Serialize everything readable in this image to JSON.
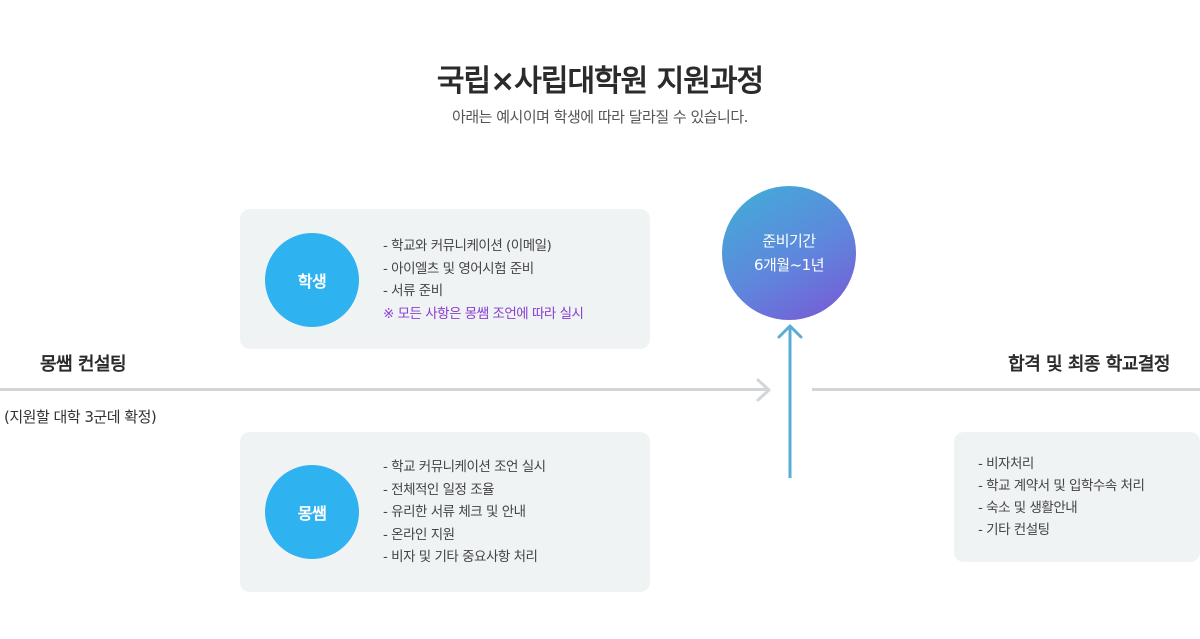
{
  "header": {
    "title": "국립×사립대학원 지원과정",
    "subtitle": "아래는 예시이며 학생에 따라 달라질 수 있습니다."
  },
  "student": {
    "label": "학생",
    "items": [
      "- 학교와 커뮤니케이션 (이메일)",
      "- 아이엘츠 및 영어시험 준비",
      "- 서류 준비"
    ],
    "note": "※ 모든 사항은 몽쌤 조언에 따라 실시"
  },
  "momssam": {
    "label": "몽쌤",
    "items": [
      "-  학교 커뮤니케이션 조언 실시",
      "-  전체적인 일정 조율",
      "-  유리한 서류 체크 및 안내",
      "-  온라인 지원",
      "-  비자 및 기타 중요사항 처리"
    ]
  },
  "prep": {
    "line1": "준비기간",
    "line2": "6개월~1년"
  },
  "stages": {
    "consult": "몽쌤 컨설팅",
    "consult_note": "(지원할 대학 3군데 확정)",
    "final": "합격 및 최종 학교결정"
  },
  "final": {
    "items": [
      "- 비자처리",
      "- 학교 계약서 및 입학수속 처리",
      "- 숙소 및 생활안내",
      "- 기타 컨설팅"
    ]
  },
  "colors": {
    "role_circle": "#2fb2f0",
    "panel_bg": "#eff3f4",
    "note_purple": "#8a3fd1",
    "timeline_gray": "#d3d6d8",
    "up_arrow": "#5aaed4",
    "prep_gradient_start": "#3fb0d8",
    "prep_gradient_end": "#7a55d6"
  }
}
